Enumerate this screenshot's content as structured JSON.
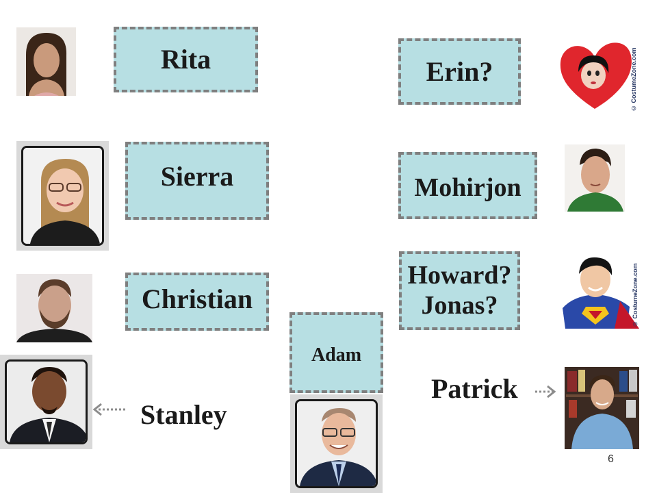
{
  "names": {
    "rita": "Rita",
    "erin": "Erin?",
    "sierra": "Sierra",
    "mohirjon": "Mohirjon",
    "howard_line1": "Howard?",
    "howard_line2": "Jonas?",
    "christian": "Christian",
    "adam": "Adam",
    "patrick": "Patrick",
    "stanley": "Stanley"
  },
  "watermark": "© CostumeZone.com",
  "page_number": "6",
  "colors": {
    "box_fill": "#b7dfe3",
    "box_border": "#7f7f7f",
    "arrow": "#8c8c8c"
  },
  "icons": {
    "arrow_left": "dotted-arrow-left-icon",
    "arrow_right": "dotted-arrow-right-icon"
  }
}
